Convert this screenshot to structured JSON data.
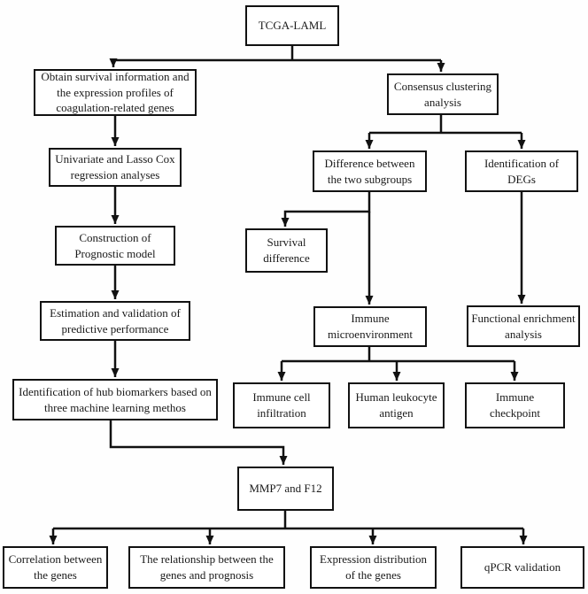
{
  "diagram": {
    "type": "flowchart",
    "colors": {
      "box_border": "#111111",
      "box_fill": "#ffffff",
      "line": "#111111",
      "text": "#1a1a1a"
    },
    "nodes": {
      "tcga_laml": "TCGA-LAML",
      "obtain_survival": "Obtain survival information and the expression profiles of coagulation-related genes",
      "univariate_lasso": "Univariate and Lasso Cox regression analyses",
      "construction_model": "Construction of Prognostic model",
      "estimation_validation": "Estimation and validation of predictive performance",
      "hub_biomarkers": "Identification of hub biomarkers based on three machine learning methos",
      "consensus_clustering": "Consensus clustering analysis",
      "difference_subgroups": "Difference between the two subgroups",
      "identification_degs": "Identification of DEGs",
      "survival_difference": "Survival difference",
      "immune_microenvironment": "Immune microenvironment",
      "functional_enrichment": "Functional enrichment analysis",
      "immune_cell_infiltration": "Immune cell infiltration",
      "human_leukocyte_antigen": "Human leukocyte antigen",
      "immune_checkpoint": "Immune checkpoint",
      "mmp7_f12": "MMP7 and F12",
      "correlation_genes": "Correlation between the genes",
      "relationship_prognosis": "The relationship between the genes and prognosis",
      "expression_distribution": "Expression distribution of the genes",
      "qpcr_validation": "qPCR validation"
    },
    "edges": [
      {
        "from": "tcga_laml",
        "to": "obtain_survival"
      },
      {
        "from": "tcga_laml",
        "to": "consensus_clustering"
      },
      {
        "from": "obtain_survival",
        "to": "univariate_lasso"
      },
      {
        "from": "univariate_lasso",
        "to": "construction_model"
      },
      {
        "from": "construction_model",
        "to": "estimation_validation"
      },
      {
        "from": "estimation_validation",
        "to": "hub_biomarkers"
      },
      {
        "from": "hub_biomarkers",
        "to": "mmp7_f12"
      },
      {
        "from": "consensus_clustering",
        "to": "difference_subgroups"
      },
      {
        "from": "consensus_clustering",
        "to": "identification_degs"
      },
      {
        "from": "difference_subgroups",
        "to": "survival_difference"
      },
      {
        "from": "difference_subgroups",
        "to": "immune_microenvironment"
      },
      {
        "from": "identification_degs",
        "to": "functional_enrichment"
      },
      {
        "from": "immune_microenvironment",
        "to": "immune_cell_infiltration"
      },
      {
        "from": "immune_microenvironment",
        "to": "human_leukocyte_antigen"
      },
      {
        "from": "immune_microenvironment",
        "to": "immune_checkpoint"
      },
      {
        "from": "mmp7_f12",
        "to": "correlation_genes"
      },
      {
        "from": "mmp7_f12",
        "to": "relationship_prognosis"
      },
      {
        "from": "mmp7_f12",
        "to": "expression_distribution"
      },
      {
        "from": "mmp7_f12",
        "to": "qpcr_validation"
      }
    ]
  }
}
